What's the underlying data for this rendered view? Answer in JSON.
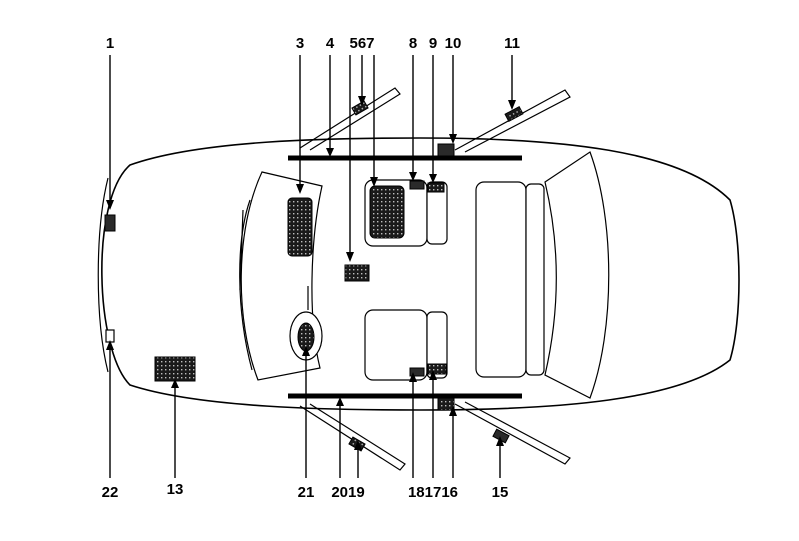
{
  "callouts": {
    "c1": "1",
    "c3": "3",
    "c4": "4",
    "c567": "567",
    "c8": "8",
    "c9": "9",
    "c10": "10",
    "c11": "11",
    "c22": "22",
    "c13": "13",
    "c21": "21",
    "c2019": "2019",
    "c181716": "181716",
    "c15": "15"
  }
}
